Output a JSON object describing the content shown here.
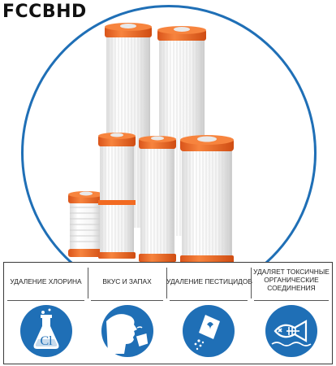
{
  "brand": {
    "title": "FCCBHD"
  },
  "colors": {
    "accent": "#1f6fb6",
    "cap": "#f26a21",
    "border": "#3a3a3a"
  },
  "features": [
    {
      "label": "УДАЛЕНИЕ ХЛОРИНА",
      "icon": "chlorine-flask-icon"
    },
    {
      "label": "ВКУС И ЗАПАХ",
      "icon": "taste-smell-icon"
    },
    {
      "label": "УДАЛЕНИЕ ПЕСТИЦИДОВ",
      "icon": "pesticide-icon"
    },
    {
      "label_lines": [
        "УДАЛЯЕТ ТОКСИЧНЫЕ",
        "ОРГАНИЧЕСКИЕ",
        "СОЕДИНЕНИЯ"
      ],
      "icon": "dead-fish-icon"
    }
  ],
  "icon_text": {
    "chlorine_symbol": "Cl"
  }
}
